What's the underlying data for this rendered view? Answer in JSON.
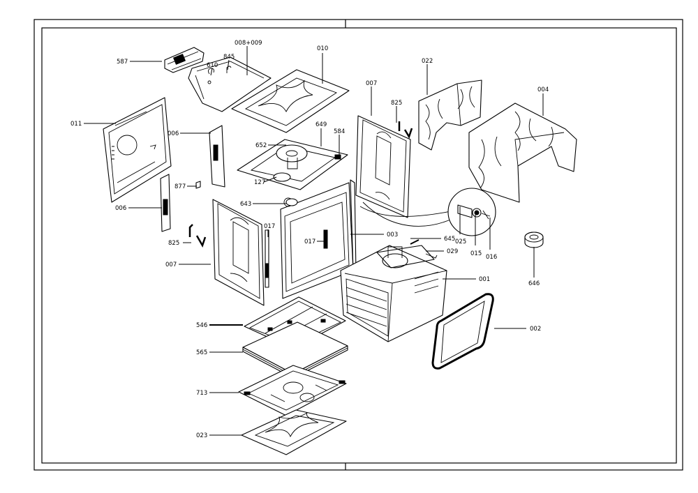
{
  "labels": {
    "l587": "587",
    "l610": "610",
    "l845": "845",
    "l008_009": "008+009",
    "l010": "010",
    "l022": "022",
    "l004": "004",
    "l007a": "007",
    "l825a": "825",
    "l011": "011",
    "l006a": "006",
    "l649": "649",
    "l584": "584",
    "l652": "652",
    "l127": "127",
    "l877": "877",
    "l643": "643",
    "l006b": "006",
    "l017a": "017",
    "l003": "003",
    "l017b": "017",
    "l645": "645",
    "l025": "025",
    "l015": "015",
    "l016": "016",
    "l029": "029",
    "l825b": "825",
    "l007b": "007",
    "l001": "001",
    "l646": "646",
    "l546": "546",
    "l002": "002",
    "l565": "565",
    "l713": "713",
    "l023": "023"
  }
}
